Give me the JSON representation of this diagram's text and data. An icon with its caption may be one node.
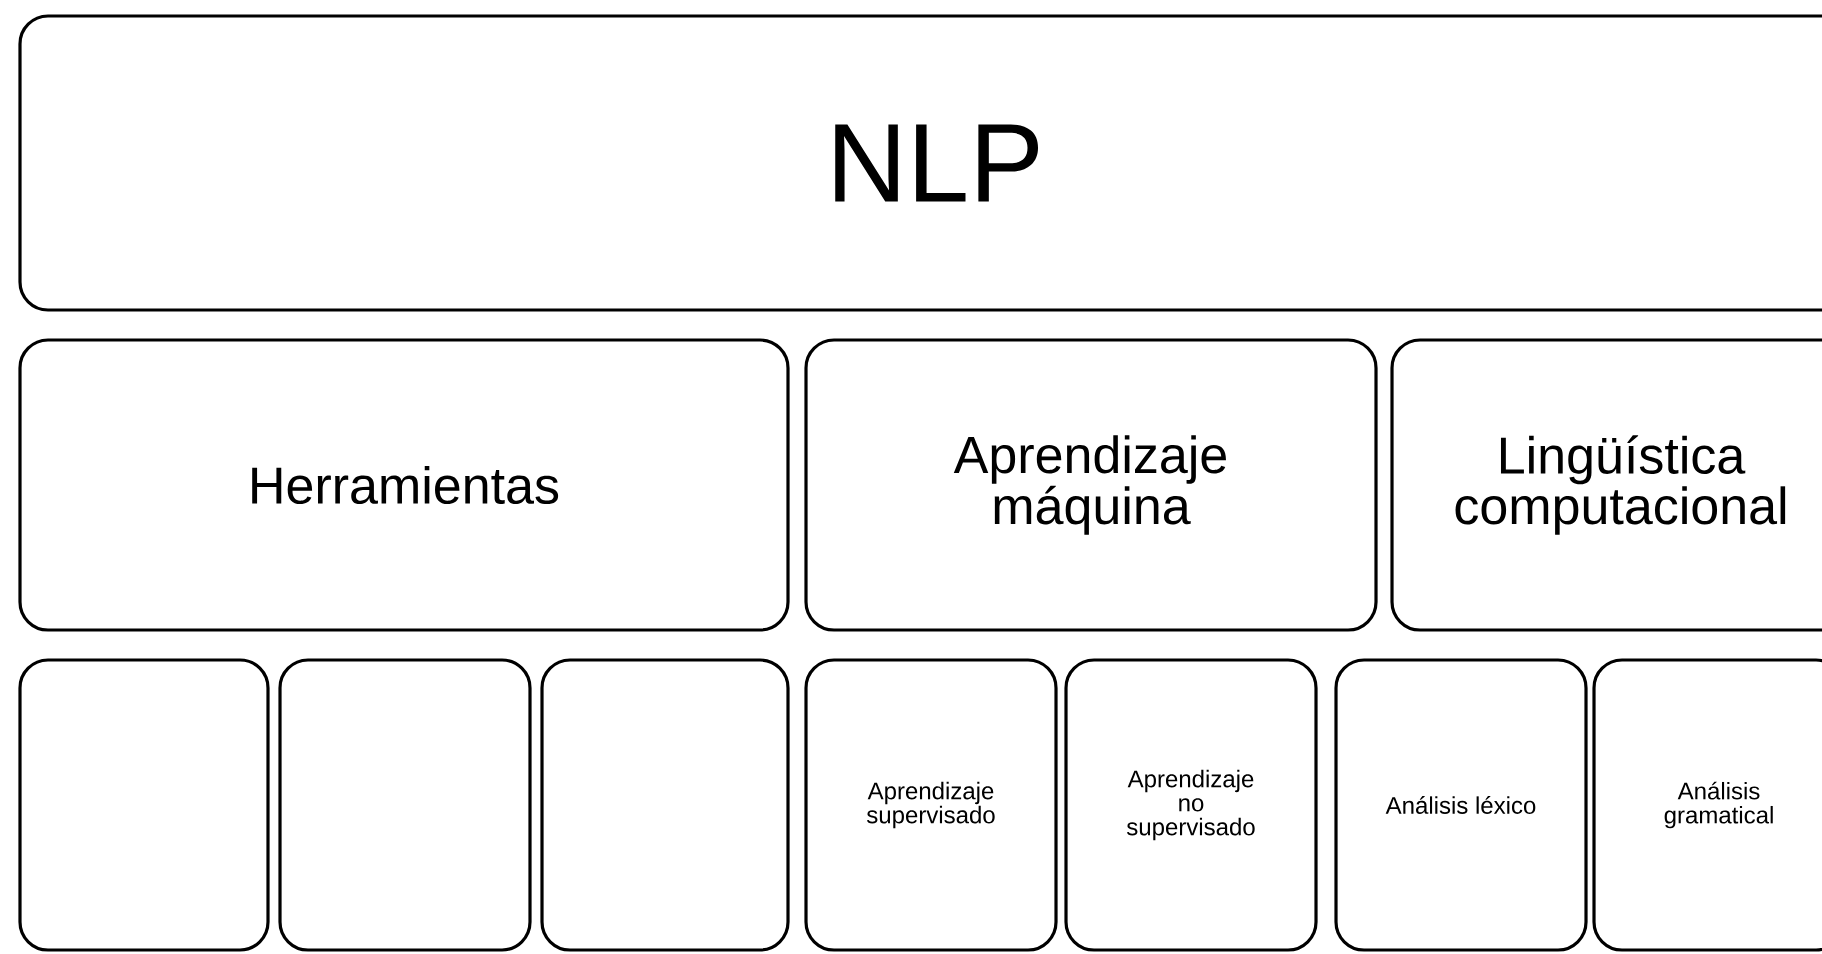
{
  "diagram": {
    "nodes": [
      {
        "text": [
          "NLP"
        ]
      },
      {
        "text": [
          "Herramientas"
        ]
      },
      {
        "text": [
          "Aprendizaje máquina"
        ]
      },
      {
        "text": [
          "Lingüística computacional"
        ]
      },
      {
        "text": [],
        "shape": "box"
      },
      {
        "text": [],
        "shape": "box"
      },
      {
        "text": [],
        "shape": "box"
      },
      {
        "text": [
          "Aprendizaje supervisado"
        ]
      },
      {
        "text": [
          "Aprendizaje no supervisado"
        ]
      },
      {
        "text": [
          "Análisis léxico"
        ]
      },
      {
        "text": [
          "Análisis gramatical"
        ]
      }
    ]
  }
}
